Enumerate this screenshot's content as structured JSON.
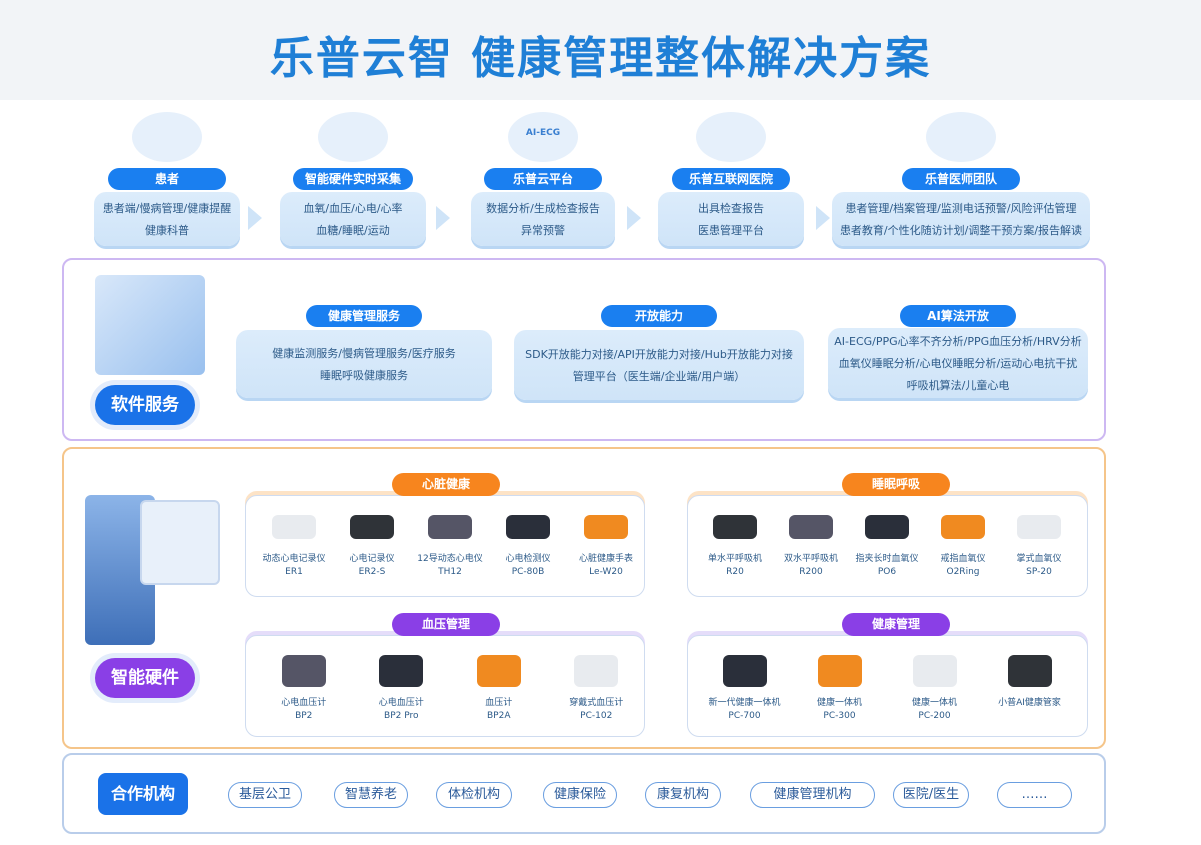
{
  "title": "乐普云智 健康管理整体解决方案",
  "flow": [
    {
      "label": "患者",
      "lines": [
        "患者端/慢病管理/健康提醒",
        "健康科普"
      ]
    },
    {
      "label": "智能硬件实时采集",
      "lines": [
        "血氧/血压/心电/心率",
        "血糖/睡眠/运动"
      ]
    },
    {
      "label": "乐普云平台",
      "lines": [
        "数据分析/生成检查报告",
        "异常预警"
      ],
      "icon_text": "AI-ECG"
    },
    {
      "label": "乐普互联网医院",
      "lines": [
        "出具检查报告",
        "医患管理平台"
      ]
    },
    {
      "label": "乐普医师团队",
      "lines": [
        "患者管理/档案管理/监测电话预警/风险评估管理",
        "患者教育/个性化随访计划/调整干预方案/报告解读"
      ]
    }
  ],
  "software": {
    "label": "软件服务",
    "cards": [
      {
        "label": "健康管理服务",
        "lines": [
          "健康监测服务/慢病管理服务/医疗服务",
          "睡眠呼吸健康服务"
        ]
      },
      {
        "label": "开放能力",
        "lines": [
          "SDK开放能力对接/API开放能力对接/Hub开放能力对接",
          "管理平台（医生端/企业端/用户端）"
        ]
      },
      {
        "label": "AI算法开放",
        "lines": [
          "AI-ECG/PPG心率不齐分析/PPG血压分析/HRV分析",
          "血氧仪睡眠分析/心电仪睡眠分析/运动心电抗干扰",
          "呼吸机算法/儿童心电"
        ]
      }
    ]
  },
  "hardware": {
    "label": "智能硬件",
    "groups": [
      {
        "label": "心脏健康",
        "products": [
          {
            "name": "动态心电记录仪",
            "model": "ER1"
          },
          {
            "name": "心电记录仪",
            "model": "ER2-S"
          },
          {
            "name": "12导动态心电仪",
            "model": "TH12"
          },
          {
            "name": "心电检测仪",
            "model": "PC-80B"
          },
          {
            "name": "心脏健康手表",
            "model": "Le-W20"
          }
        ]
      },
      {
        "label": "睡眠呼吸",
        "products": [
          {
            "name": "单水平呼吸机",
            "model": "R20"
          },
          {
            "name": "双水平呼吸机",
            "model": "R200"
          },
          {
            "name": "指夹长时血氧仪",
            "model": "PO6"
          },
          {
            "name": "戒指血氧仪",
            "model": "O2Ring"
          },
          {
            "name": "掌式血氧仪",
            "model": "SP-20"
          }
        ]
      },
      {
        "label": "血压管理",
        "products": [
          {
            "name": "心电血压计",
            "model": "BP2"
          },
          {
            "name": "心电血压计",
            "model": "BP2 Pro"
          },
          {
            "name": "血压计",
            "model": "BP2A"
          },
          {
            "name": "穿戴式血压计",
            "model": "PC-102"
          }
        ]
      },
      {
        "label": "健康管理",
        "products": [
          {
            "name": "新一代健康一体机",
            "model": "PC-700"
          },
          {
            "name": "健康一体机",
            "model": "PC-300"
          },
          {
            "name": "健康一体机",
            "model": "PC-200"
          },
          {
            "name": "小普AI健康管家",
            "model": ""
          }
        ]
      }
    ]
  },
  "partners": {
    "label": "合作机构",
    "items": [
      "基层公卫",
      "智慧养老",
      "体检机构",
      "健康保险",
      "康复机构",
      "健康管理机构",
      "医院/医生",
      "……"
    ]
  },
  "colors": {
    "blue": "#1a7ff0",
    "orange": "#f7851e",
    "purple": "#8a3fe6",
    "title": "#1f7fd6"
  }
}
